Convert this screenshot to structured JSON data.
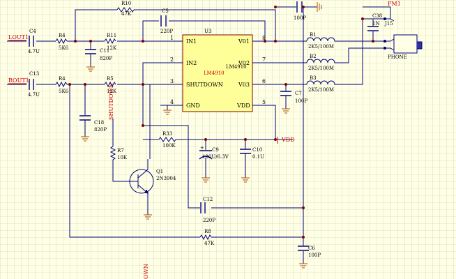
{
  "nets": {
    "lout1": "LOUT1",
    "rout1": "ROUT1",
    "fm1": "FM1",
    "vdd": "VDD",
    "shutdown": "SHUTDOWN",
    "shutdown_bottom": "OWN"
  },
  "ic": {
    "ref": "U3",
    "part": "LM4910",
    "part_overlay": "LM4910",
    "pins_left": [
      {
        "name": "IN1",
        "num": "1"
      },
      {
        "name": "IN2",
        "num": "2"
      },
      {
        "name": "SHUTDOWN",
        "num": "3"
      },
      {
        "name": "GND",
        "num": "4"
      }
    ],
    "pins_right": [
      {
        "name": "V01",
        "num": "8"
      },
      {
        "name": "V02",
        "num": "7"
      },
      {
        "name": "V03",
        "num": "6"
      },
      {
        "name": "VDD",
        "num": "5"
      }
    ]
  },
  "components": {
    "c4": {
      "ref": "C4",
      "value": "4.7U"
    },
    "r4_top": {
      "ref": "R4",
      "value": "5K6"
    },
    "r11": {
      "ref": "R11",
      "value": "12K"
    },
    "c11": {
      "ref": "C11",
      "value": "820P"
    },
    "r10": {
      "ref": "R10",
      "value": "47K"
    },
    "c5": {
      "ref": "C5",
      "value": "220P"
    },
    "c_top": {
      "value": "100P"
    },
    "c13": {
      "ref": "C13",
      "value": "4.7U"
    },
    "r4_bot": {
      "ref": "R4",
      "value": "5K6"
    },
    "r5": {
      "ref": "R5",
      "value": "12K"
    },
    "c18": {
      "ref": "C18",
      "value": "820P"
    },
    "r7": {
      "ref": "R7",
      "value": "10K"
    },
    "q1": {
      "ref": "Q1",
      "value": "2N3904"
    },
    "r33": {
      "ref": "R33",
      "value": "100K"
    },
    "c9": {
      "ref": "C9",
      "value": "100U/6.3V"
    },
    "c10": {
      "ref": "C10",
      "value": "0.1U"
    },
    "c7": {
      "ref": "C7",
      "value": "100P"
    },
    "c12": {
      "ref": "C12",
      "value": "220P"
    },
    "r8": {
      "ref": "R8",
      "value": "47K"
    },
    "c6": {
      "ref": "C6",
      "value": "100P"
    },
    "b1": {
      "ref": "B1",
      "value": "2K5/100M"
    },
    "b2": {
      "ref": "B2",
      "value": "2K5/100M"
    },
    "b3": {
      "ref": "B3",
      "value": "2K5/100M"
    },
    "c38": {
      "ref": "C38",
      "value": "1N"
    },
    "j15": {
      "ref": "J15"
    },
    "phone": {
      "label": "PHONE"
    }
  },
  "colors": {
    "background": "#ffffe6",
    "grid": "#c8c8b4",
    "wire": "#000080",
    "ic_fill": "#ffff99",
    "ic_border": "#800000",
    "ground": "#b05000",
    "net_label": "#cc0000",
    "junction": "#800000"
  }
}
